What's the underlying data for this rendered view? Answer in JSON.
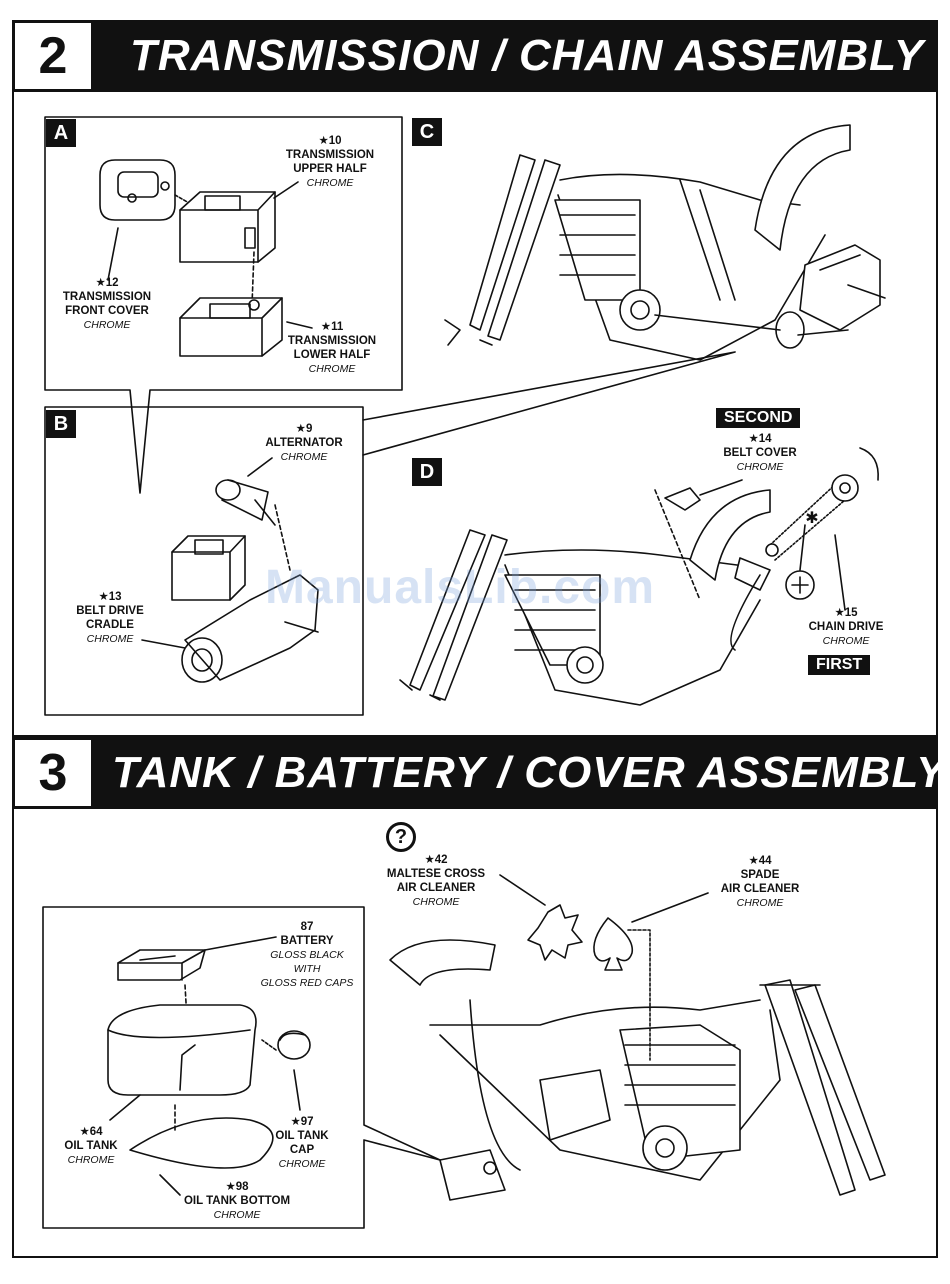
{
  "steps": [
    {
      "number": "2",
      "title": "TRANSMISSION / CHAIN ASSEMBLY"
    },
    {
      "number": "3",
      "title": "TANK / BATTERY / COVER ASSEMBLY"
    }
  ],
  "panels": {
    "a": "A",
    "b": "B",
    "c": "C",
    "d": "D"
  },
  "parts": {
    "p10": {
      "num": "★10",
      "name1": "TRANSMISSION",
      "name2": "UPPER HALF",
      "finish": "CHROME"
    },
    "p12": {
      "num": "★12",
      "name1": "TRANSMISSION",
      "name2": "FRONT COVER",
      "finish": "CHROME"
    },
    "p11": {
      "num": "★11",
      "name1": "TRANSMISSION",
      "name2": "LOWER HALF",
      "finish": "CHROME"
    },
    "p9": {
      "num": "★9",
      "name1": "ALTERNATOR",
      "finish": "CHROME"
    },
    "p13": {
      "num": "★13",
      "name1": "BELT DRIVE",
      "name2": "CRADLE",
      "finish": "CHROME"
    },
    "p14": {
      "num": "★14",
      "name1": "BELT COVER",
      "finish": "CHROME"
    },
    "p15": {
      "num": "★15",
      "name1": "CHAIN DRIVE",
      "finish": "CHROME"
    },
    "p42": {
      "num": "★42",
      "name1": "MALTESE CROSS",
      "name2": "AIR CLEANER",
      "finish": "CHROME"
    },
    "p44": {
      "num": "★44",
      "name1": "SPADE",
      "name2": "AIR CLEANER",
      "finish": "CHROME"
    },
    "p87": {
      "num": "87",
      "name1": "BATTERY",
      "finish1": "GLOSS BLACK",
      "finish2": "WITH",
      "finish3": "GLOSS RED CAPS"
    },
    "p64": {
      "num": "★64",
      "name1": "OIL TANK",
      "finish": "CHROME"
    },
    "p97": {
      "num": "★97",
      "name1": "OIL TANK",
      "name2": "CAP",
      "finish": "CHROME"
    },
    "p98": {
      "num": "★98",
      "name1": "OIL TANK BOTTOM",
      "finish": "CHROME"
    }
  },
  "tags": {
    "second": "SECOND",
    "first": "FIRST"
  },
  "option_symbol": "?",
  "chain_marker": "✱",
  "watermark": "ManualsLib.com"
}
